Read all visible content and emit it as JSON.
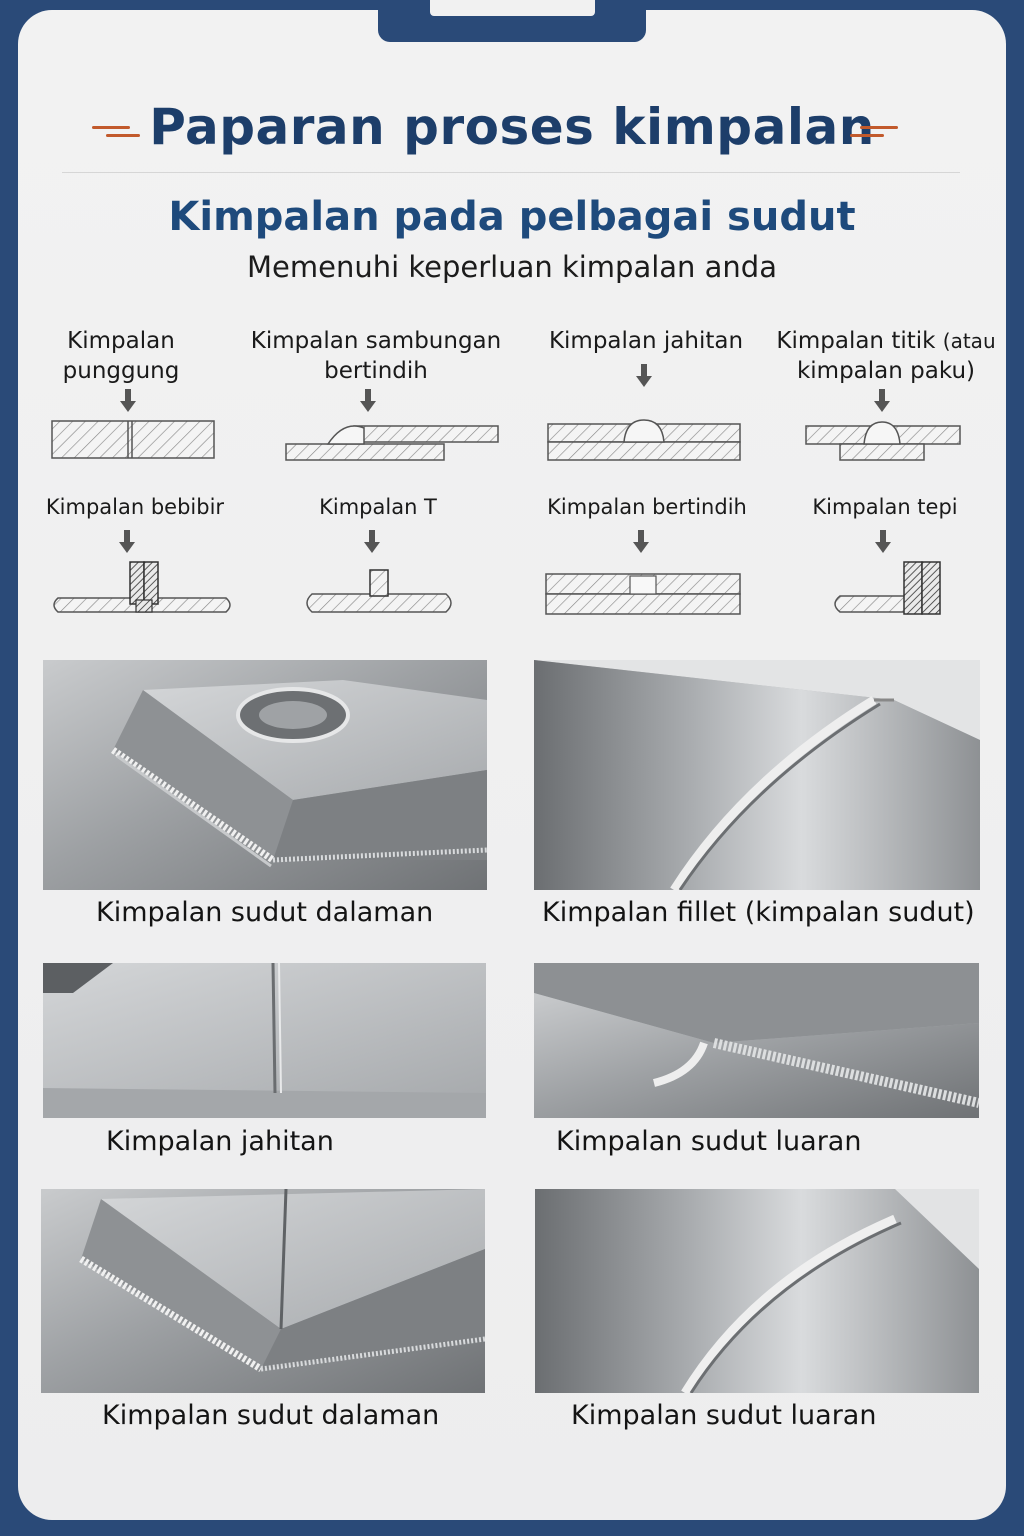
{
  "header": {
    "title": "Paparan proses kimpalan",
    "subtitle": "Kimpalan pada pelbagai sudut",
    "tagline": "Memenuhi keperluan kimpalan anda",
    "accent_color": "#c25a2c",
    "title_color": "#1d3e6a"
  },
  "diagrams": [
    {
      "label": "Kimpalan\npunggung"
    },
    {
      "label": "Kimpalan sambungan\nbertindih"
    },
    {
      "label": "Kimpalan jahitan"
    },
    {
      "label_main": "Kimpalan titik",
      "label_paren": "(atau",
      "label_line2": "kimpalan paku)"
    },
    {
      "label": "Kimpalan bebibir"
    },
    {
      "label": "Kimpalan T"
    },
    {
      "label": "Kimpalan bertindih"
    },
    {
      "label": "Kimpalan tepi"
    }
  ],
  "photos": [
    {
      "caption": "Kimpalan sudut dalaman"
    },
    {
      "caption": "Kimpalan fillet  (kimpalan sudut)"
    },
    {
      "caption": "Kimpalan jahitan"
    },
    {
      "caption": "Kimpalan sudut luaran"
    },
    {
      "caption": "Kimpalan sudut dalaman"
    },
    {
      "caption": "Kimpalan sudut luaran"
    }
  ]
}
